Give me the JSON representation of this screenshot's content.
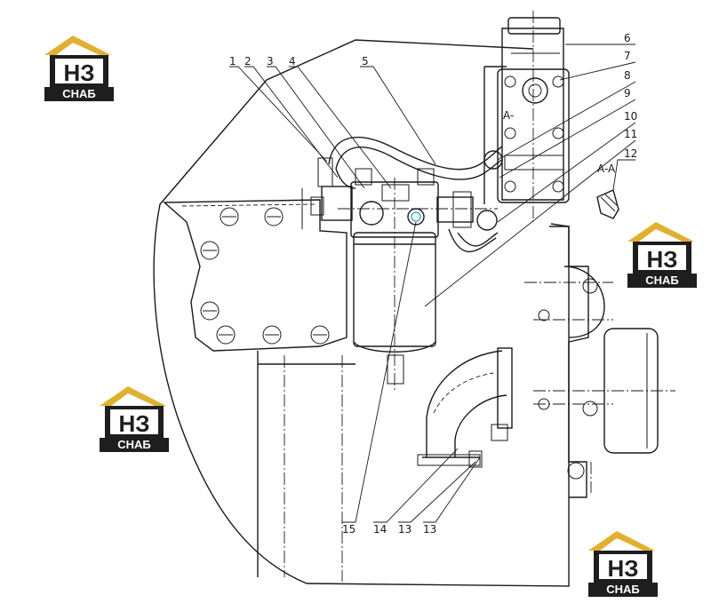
{
  "callouts": {
    "n1": "1",
    "n2": "2",
    "n3": "3",
    "n4": "4",
    "n5": "5",
    "n6": "6",
    "n7": "7",
    "n8": "8",
    "n9": "9",
    "n10": "10",
    "n11": "11",
    "n12": "12",
    "n13a": "13",
    "n13b": "13",
    "n14": "14",
    "n15": "15"
  },
  "section_marks": {
    "main": "A-A",
    "side": "A-"
  },
  "watermark": {
    "logo_letters": "НЗ",
    "logo_word": "СНАБ",
    "colors": {
      "roof": "#e0b030",
      "dark": "#1e1e1e",
      "letters": "#ffffff"
    }
  }
}
